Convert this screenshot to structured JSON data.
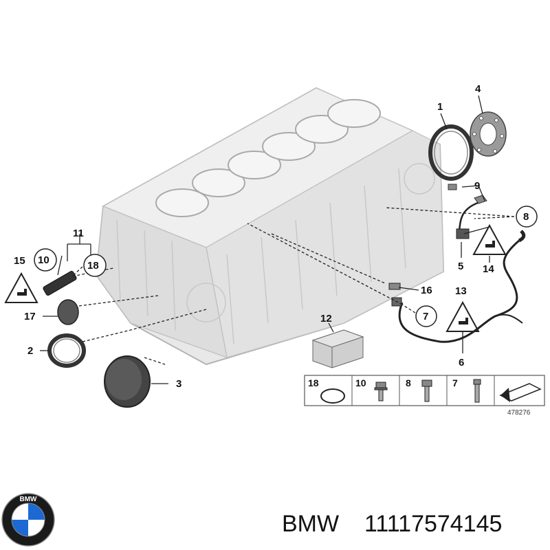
{
  "diagram": {
    "callouts": {
      "c1": "1",
      "c2": "2",
      "c3": "3",
      "c4": "4",
      "c5": "5",
      "c6": "6",
      "c7": "7",
      "c8": "8",
      "c9": "9",
      "c10": "10",
      "c11": "11",
      "c12": "12",
      "c13": "13",
      "c14": "14",
      "c15": "15",
      "c16": "16",
      "c17": "17",
      "c18": "18"
    },
    "legend": {
      "items": [
        "18",
        "10",
        "8",
        "7"
      ]
    },
    "drawing_number": "478276"
  },
  "brand": {
    "logo_letters": "BMW",
    "name": "BMW",
    "part_number": "11117574145"
  },
  "colors": {
    "block_fill": "#e6e6e6",
    "block_stroke": "#b8b8b8",
    "line": "#222222",
    "bmw_blue": "#1c69d4"
  }
}
